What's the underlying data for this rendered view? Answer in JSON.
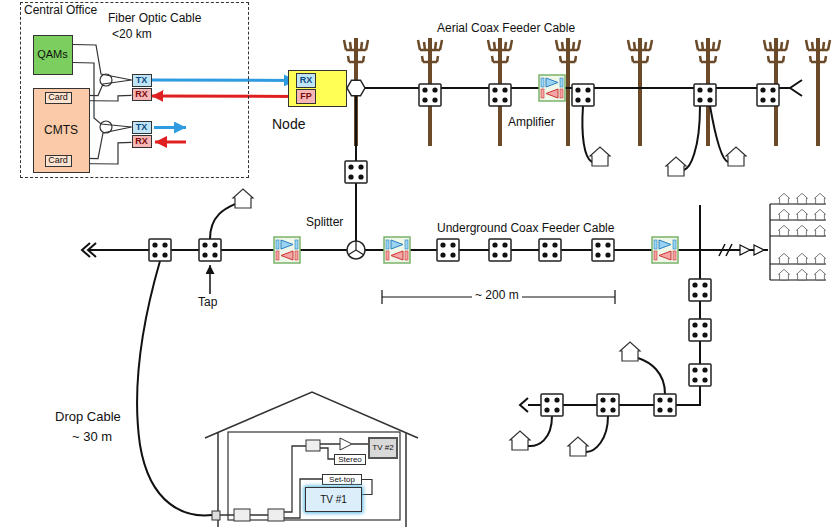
{
  "diagram": {
    "nodes": [
      {
        "text": [
          "Central Office"
        ]
      },
      {
        "text": [
          "QAMs"
        ],
        "in": 0
      },
      {
        "text": [
          "CMTS"
        ],
        "in": 0
      },
      {
        "text": [
          "Card"
        ],
        "in": 2
      },
      {
        "text": [
          "Card"
        ],
        "in": 2
      },
      {
        "text": [
          "TX"
        ],
        "in": 0
      },
      {
        "text": [
          "RX"
        ],
        "in": 0
      },
      {
        "text": [
          "TX"
        ],
        "in": 0
      },
      {
        "text": [
          "RX"
        ],
        "in": 0
      },
      {
        "text": [
          "Node"
        ]
      },
      {
        "text": [
          "RX"
        ],
        "in": 9
      },
      {
        "text": [
          "FP"
        ],
        "in": 9
      },
      {
        "text": [
          "TV #2"
        ]
      },
      {
        "text": [
          "Stereo"
        ]
      },
      {
        "text": [
          "Set-top"
        ]
      },
      {
        "text": [
          "TV #1"
        ]
      }
    ],
    "edges": [
      {
        "from": 1,
        "to": 5,
        "arrow": "none"
      },
      {
        "from": 1,
        "to": 7,
        "arrow": "none"
      },
      {
        "from": 3,
        "to": 5,
        "arrow": "none"
      },
      {
        "from": 6,
        "to": 3,
        "arrow": "none"
      },
      {
        "from": 4,
        "to": 7,
        "arrow": "none"
      },
      {
        "from": 8,
        "to": 4,
        "arrow": "none"
      },
      {
        "from": 5,
        "to": 10,
        "arrow": "to"
      },
      {
        "from": 11,
        "to": 6,
        "arrow": "to"
      },
      {
        "from": 14,
        "to": 15,
        "arrow": "none"
      }
    ],
    "labels": [
      "Fiber Optic Cable",
      "<20 km",
      "Aerial Coax Feeder Cable",
      "Amplifier",
      "Splitter",
      "Underground Coax Feeder Cable",
      "~ 200 m",
      "Tap",
      "Drop Cable",
      "~ 30 m"
    ]
  }
}
